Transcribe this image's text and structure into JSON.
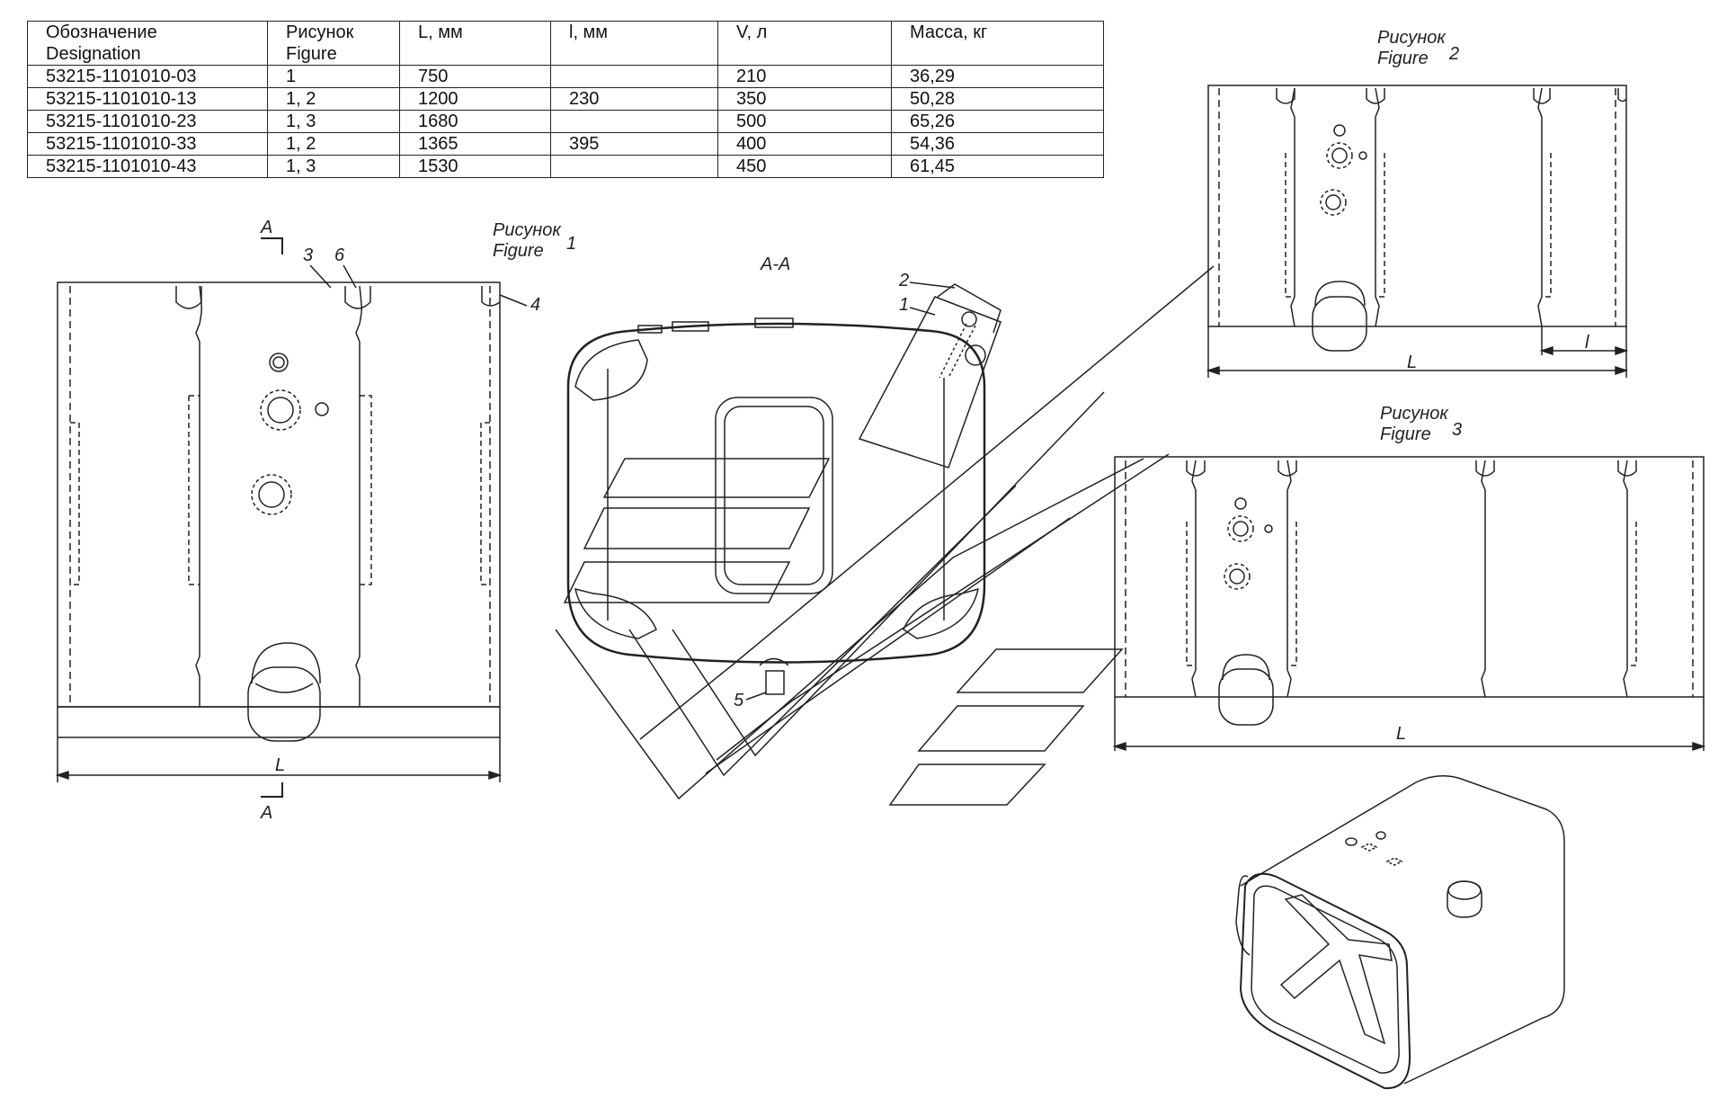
{
  "table": {
    "headers": [
      [
        "Обозначение",
        "Designation"
      ],
      [
        "Рисунок",
        "Figure"
      ],
      [
        "L, мм"
      ],
      [
        "l, мм"
      ],
      [
        "V, л"
      ],
      [
        "Масса, кг"
      ]
    ],
    "rows": [
      [
        "53215-1101010-03",
        "1",
        "750",
        "",
        "210",
        "36,29"
      ],
      [
        "53215-1101010-13",
        "1, 2",
        "1200",
        "230",
        "350",
        "50,28"
      ],
      [
        "53215-1101010-23",
        "1, 3",
        "1680",
        "",
        "500",
        "65,26"
      ],
      [
        "53215-1101010-33",
        "1, 2",
        "1365",
        "395",
        "400",
        "54,36"
      ],
      [
        "53215-1101010-43",
        "1, 3",
        "1530",
        "",
        "450",
        "61,45"
      ]
    ]
  },
  "figure1": {
    "title_ru": "Рисунок",
    "title_en": "Figure",
    "number": "1",
    "dim_L": "L",
    "section_top": "A",
    "section_bottom": "A",
    "callouts": [
      "3",
      "6",
      "4"
    ]
  },
  "section": {
    "title": "А-А",
    "callouts": [
      "2",
      "1",
      "5"
    ]
  },
  "figure2": {
    "title_ru": "Рисунок",
    "title_en": "Figure",
    "number": "2",
    "dim_L": "L",
    "dim_l": "l"
  },
  "figure3": {
    "title_ru": "Рисунок",
    "title_en": "Figure",
    "number": "3",
    "dim_L": "L"
  }
}
